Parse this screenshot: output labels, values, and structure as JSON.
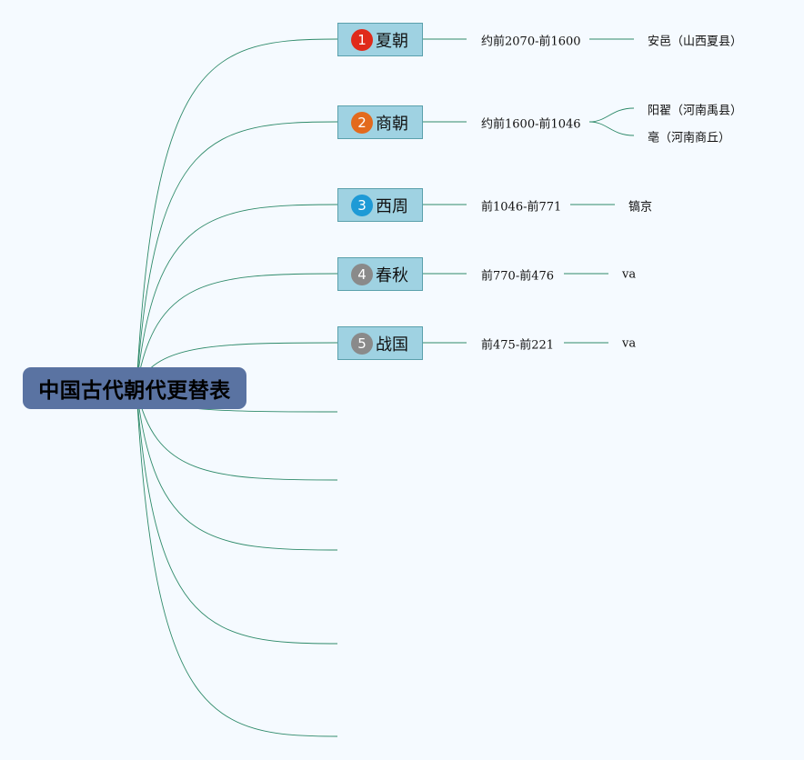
{
  "root": {
    "title": "中国古代朝代更替表"
  },
  "colors": {
    "root_bg": "#5a73a2",
    "node_bg": "#9fd2e2",
    "node_border": "#5aa0ac",
    "link": "#2e8a6a"
  },
  "dynasties": [
    {
      "number": "1",
      "name": "夏朝",
      "badge_color": "#e02a1a",
      "period": "约前2070-前1600",
      "capitals": [
        "安邑（山西夏县）"
      ]
    },
    {
      "number": "2",
      "name": "商朝",
      "badge_color": "#e36a1d",
      "period": "约前1600-前1046",
      "capitals": [
        "阳翟（河南禹县）",
        "亳（河南商丘）"
      ]
    },
    {
      "number": "3",
      "name": "西周",
      "badge_color": "#1e9ad6",
      "period": "前1046-前771",
      "capitals": [
        "镐京"
      ]
    },
    {
      "number": "4",
      "name": "春秋",
      "badge_color": "#8a8a8a",
      "period": "前770-前476",
      "capitals": [
        "va"
      ]
    },
    {
      "number": "5",
      "name": "战国",
      "badge_color": "#8a8a8a",
      "period": "前475-前221",
      "capitals": [
        "va"
      ]
    }
  ]
}
